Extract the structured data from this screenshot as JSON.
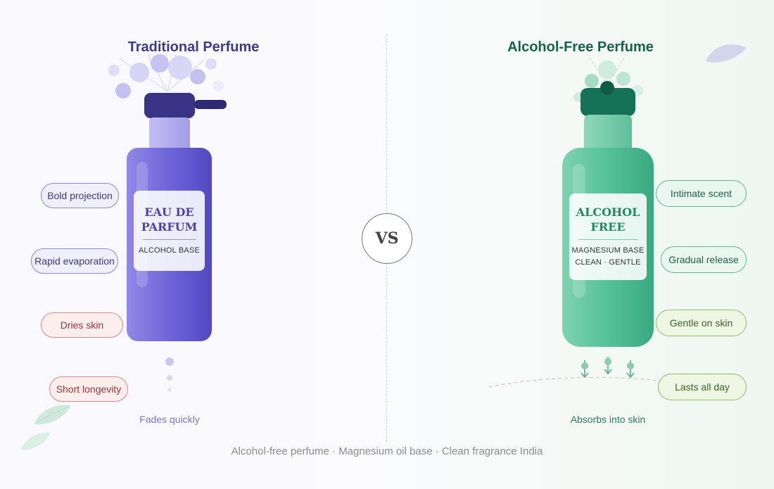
{
  "left": {
    "title": "Traditional Perfume",
    "label_main": "EAU DE PARFUM",
    "label_sub": "ALCOHOL BASE",
    "traits": [
      "Bold projection",
      "Rapid evaporation",
      "Dries skin",
      "Short longevity"
    ],
    "caption": "Fades quickly",
    "color": "#5b55c9"
  },
  "center": {
    "vs": "VS"
  },
  "right": {
    "title": "Alcohol-Free Perfume",
    "label_main": "ALCOHOL FREE",
    "label_sub_1": "MAGNESIUM BASE",
    "label_sub_2": "CLEAN · GENTLE",
    "traits": [
      "Intimate scent",
      "Gradual release",
      "Gentle on skin",
      "Lasts all day"
    ],
    "caption": "Absorbs into skin",
    "color": "#3db58a"
  },
  "footer": "Alcohol-free perfume · Magnesium oil base · Clean fragrance India"
}
